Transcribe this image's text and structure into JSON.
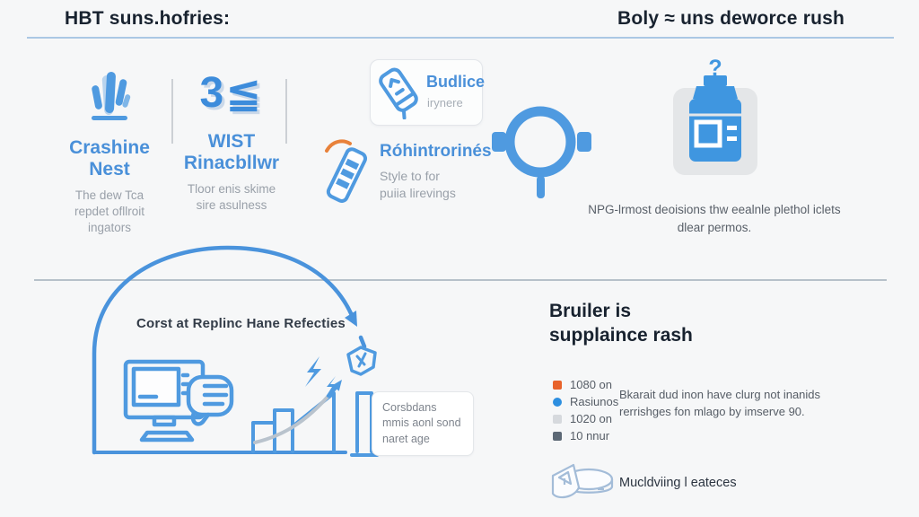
{
  "colors": {
    "accent_blue": "#4a90d9",
    "icon_blue": "#4f9ae0",
    "orange_accent": "#e8813a",
    "header_divider": "#9dbfe0",
    "section_divider": "#b0bac4"
  },
  "header": {
    "left_title": "HBT suns.hofries:",
    "right_title": "Boly ≈ uns deworce rush"
  },
  "top": {
    "col1": {
      "icon": "cactus-icon",
      "title_lines": [
        "Crashine",
        "Nest"
      ],
      "body_lines": [
        "The dew Tca",
        "repdet ofllroit",
        "ingators"
      ]
    },
    "col2": {
      "number": "3≦",
      "title_lines": [
        "WIST",
        "Rinacbllwr"
      ],
      "body_lines": [
        "Tloor enis skime",
        "sire asulness"
      ]
    },
    "badge1": {
      "icon": "vaccine-badge-icon",
      "title": "Budlice",
      "subtitle": "irynere"
    },
    "badge2": {
      "icon": "ticket-icon",
      "title": "Róhintrorinés",
      "subtitle_lines": [
        "Style to for",
        "puiia lirevings"
      ]
    },
    "ring_icon": "ring-target-icon",
    "jar": {
      "icon": "medicine-jar-icon",
      "question_mark": "?",
      "caption_lines": [
        "NPG-lrmost deoisions thw eealnle plethol iclets",
        "dlear permos."
      ]
    }
  },
  "bottom_left": {
    "arc_label": "Corst at Replinc Hane Refecties",
    "monitor_icon": "monitor-thumbs-down-icon",
    "chart_icon": "rising-bars-icon",
    "note_lines": [
      "Corsbdans",
      "mmis aonl sond",
      "naret age"
    ]
  },
  "bottom_right": {
    "heading_lines": [
      "Bruiler is",
      "supplaince rash"
    ],
    "legend": [
      {
        "color": "#e8622a",
        "label": "1080 on"
      },
      {
        "color": "#2d8fe0",
        "label": "Rasiunos"
      },
      {
        "color": "#d6d9dd",
        "label": "1020 on"
      },
      {
        "color": "#5c6875",
        "label": "10 nnur"
      }
    ],
    "paragraph_lines": [
      "Bkarait dud inon have clurg not inanids",
      "rerrishges fon mlago by imserve 90."
    ],
    "footer_icon": "disc-tag-icon",
    "footer_label": "Mucldviing l eateces"
  }
}
